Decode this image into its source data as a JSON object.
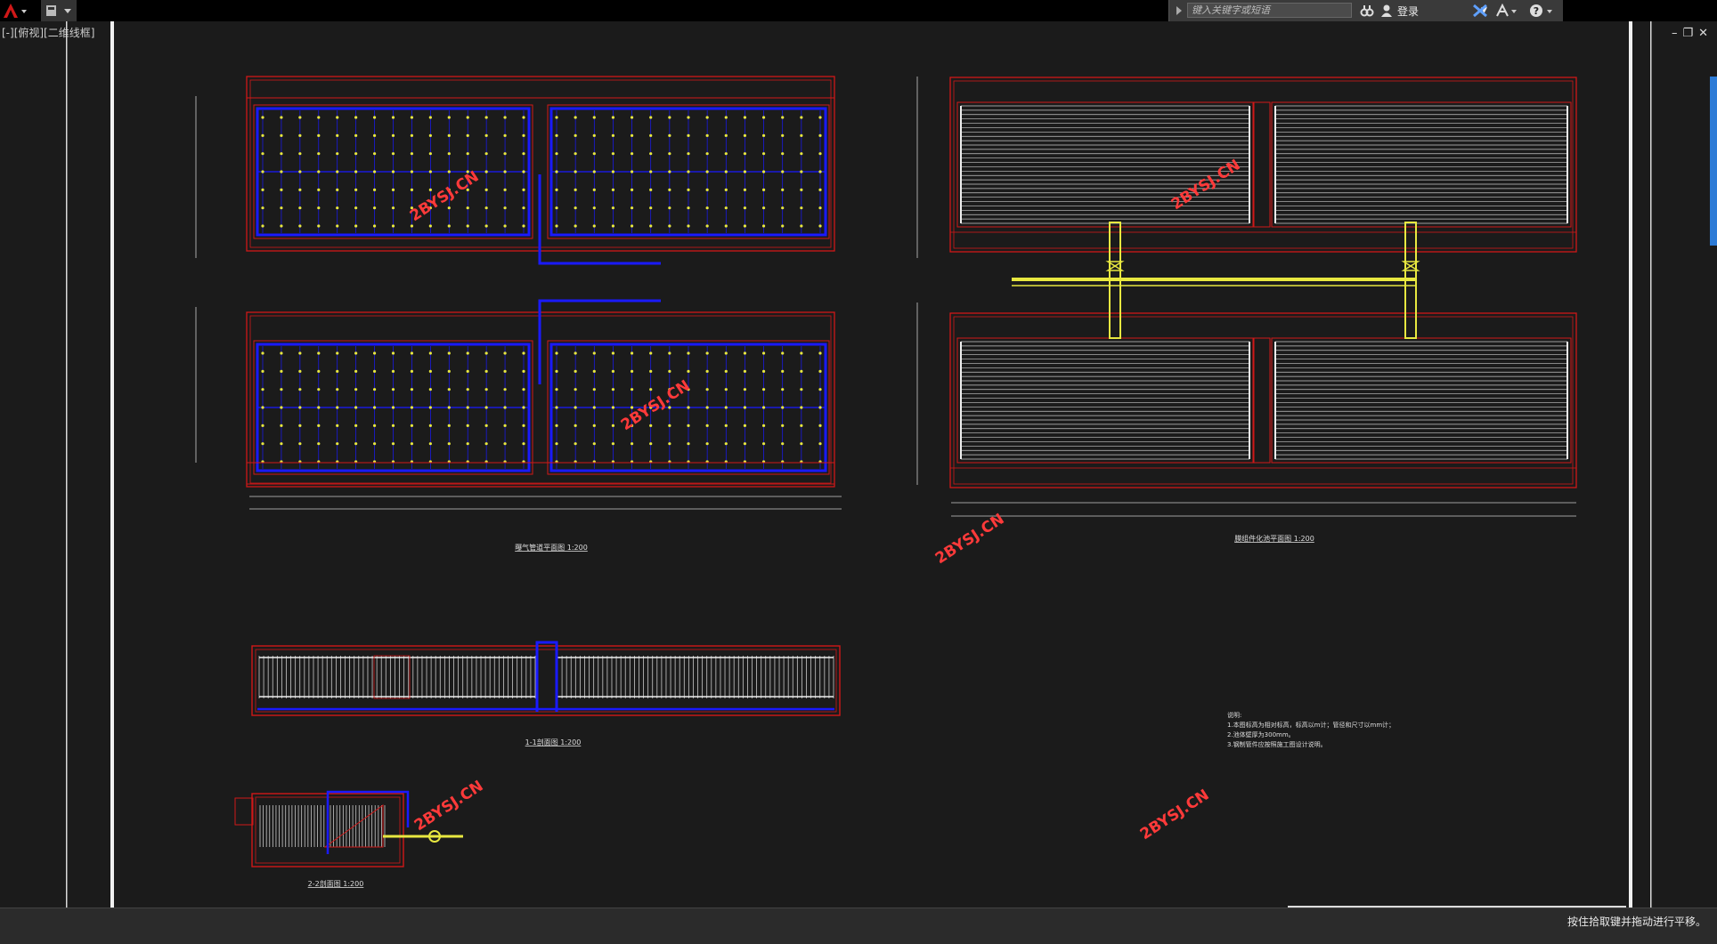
{
  "toolbar": {
    "search_placeholder": "键入关键字或短语",
    "login_label": "登录"
  },
  "viewport": {
    "label": "[-][俯视][二维线框]"
  },
  "drawing": {
    "titles": {
      "aeration_plan": "曝气管道平面图  1:200",
      "filter_plan": "膜组件化池平面图  1:200",
      "section_1": "1-1剖面图  1:200",
      "section_2": "2-2剖面图  1:200"
    },
    "watermark": "2BYSJ.CN",
    "notes": [
      "说明:",
      "1.本图标高为相对标高，标高以m计；管径和尺寸以mm计；",
      "2.池体壁厚为300mm。",
      "3.钢制管件应按照施工图设计说明。"
    ],
    "colors": {
      "wall": "#d01818",
      "aeration_pipe": "#1a1aff",
      "diffuser": "#e8e840",
      "yellow_pipe": "#e8e840",
      "membrane": "#c8c8c8",
      "watermark": "#ff3a3a"
    }
  },
  "status": {
    "text": "按住拾取键并拖动进行平移。"
  }
}
